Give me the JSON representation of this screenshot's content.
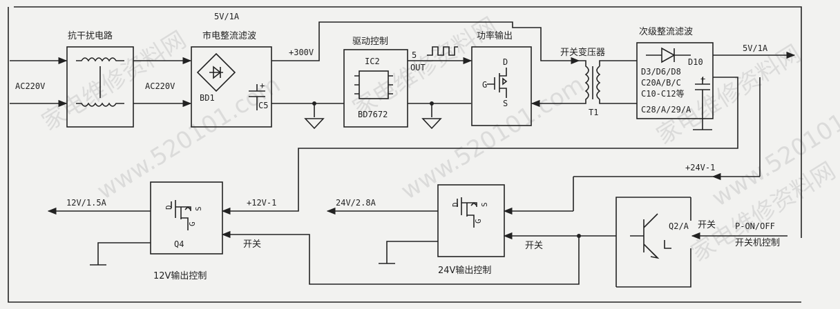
{
  "blocks": {
    "filter": {
      "title": "抗干扰电路"
    },
    "rectifier": {
      "title_1": "5V/1A",
      "title_2": "市电整流滤波",
      "bd": "BD1",
      "cap": "C5"
    },
    "driver": {
      "title": "驱动控制",
      "ic": "IC2",
      "part": "BD7672",
      "pin": "5",
      "out": "OUT"
    },
    "power": {
      "title": "功率输出",
      "d": "D",
      "g": "G",
      "s": "S"
    },
    "transformer": {
      "title": "开关变压器",
      "name": "T1"
    },
    "secondary": {
      "title": "次级整流滤波",
      "d10": "D10",
      "line1": "D3/D6/D8",
      "line2": "C20A/B/C",
      "line3": "C10-C12等",
      "line4": "C28/A/29/A"
    },
    "ctrl12": {
      "title": "12V输出控制",
      "name": "Q4",
      "d": "D",
      "s": "S",
      "g": "G"
    },
    "ctrl24": {
      "title": "24V输出控制",
      "d": "D",
      "s": "S",
      "g": "G"
    },
    "switch_q2": {
      "name": "Q2/A"
    }
  },
  "signals": {
    "ac_in": "AC220V",
    "ac_mid": "AC220V",
    "v300": "+300V",
    "out_5v": "5V/1A",
    "v24_bus": "+24V-1",
    "v12_bus": "+12V-1",
    "out_12v": "12V/1.5A",
    "out_24v": "24V/2.8A",
    "sw_label_12": "开关",
    "sw_label_24": "开关",
    "sw_label_q2": "开关",
    "pon": "P-ON/OFF",
    "pon_desc": "开关机控制"
  },
  "watermarks": [
    "家电维修资料网",
    "www.520101.com"
  ]
}
